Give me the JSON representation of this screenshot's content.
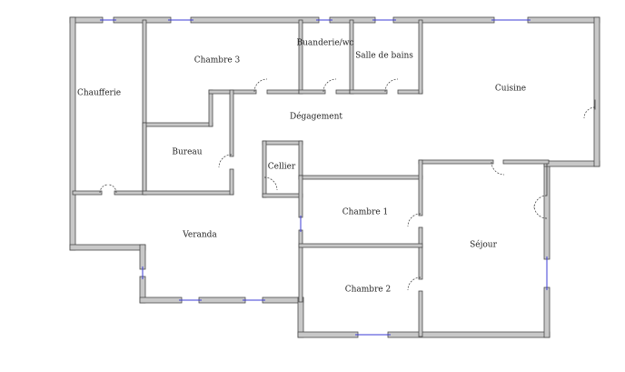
{
  "plan": {
    "rooms": [
      {
        "id": "chaufferie",
        "label": "Chaufferie"
      },
      {
        "id": "chambre-3",
        "label": "Chambre 3"
      },
      {
        "id": "buanderie",
        "label": "Buanderie/wc"
      },
      {
        "id": "salle-de-bains",
        "label": "Salle de bains"
      },
      {
        "id": "cuisine",
        "label": "Cuisine"
      },
      {
        "id": "degagement",
        "label": "Dégagement"
      },
      {
        "id": "bureau",
        "label": "Bureau"
      },
      {
        "id": "cellier",
        "label": "Cellier"
      },
      {
        "id": "chambre-1",
        "label": "Chambre 1"
      },
      {
        "id": "sejour",
        "label": "Séjour"
      },
      {
        "id": "veranda",
        "label": "Veranda"
      },
      {
        "id": "chambre-2",
        "label": "Chambre 2"
      }
    ],
    "colors": {
      "wall_fill": "#c8c8c8",
      "wall_stroke": "#4a4a4a",
      "window": "#3b3bd6",
      "door_swing": "#333333"
    }
  }
}
